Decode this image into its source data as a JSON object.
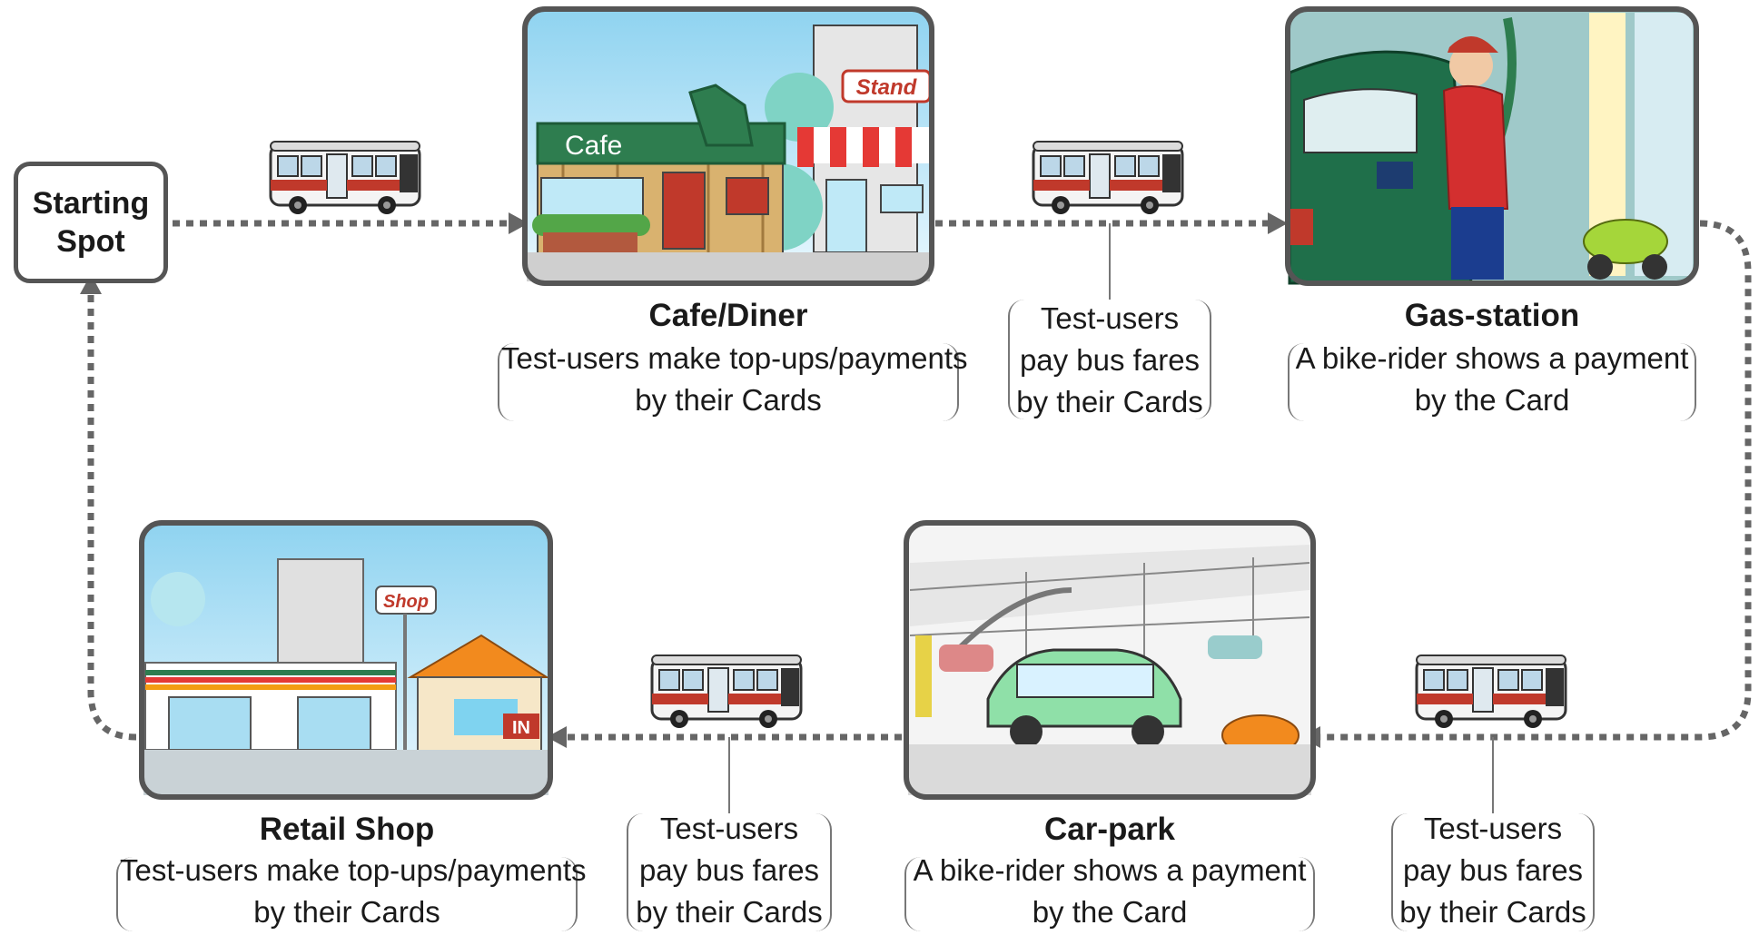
{
  "start": {
    "line1": "Starting",
    "line2": "Spot"
  },
  "stops": {
    "cafe": {
      "title": "Cafe/Diner",
      "line1": "Test-users make top-ups/payments",
      "line2": "by their Cards",
      "sign": "Cafe",
      "sign2": "Stand"
    },
    "gas": {
      "title": "Gas-station",
      "line1": "A bike-rider shows a payment",
      "line2": "by the Card"
    },
    "retail": {
      "title": "Retail Shop",
      "line1": "Test-users make top-ups/payments",
      "line2": "by their Cards",
      "sign": "Shop",
      "sign2": "IN"
    },
    "carpark": {
      "title": "Car-park",
      "line1": "A bike-rider shows a payment",
      "line2": "by the Card"
    }
  },
  "bus_notes": [
    {
      "line1": "Test-users",
      "line2": "pay bus fares",
      "line3": "by their Cards"
    },
    {
      "line1": "Test-users",
      "line2": "pay bus fares",
      "line3": "by their Cards"
    },
    {
      "line1": "Test-users",
      "line2": "pay bus fares",
      "line3": "by their Cards"
    }
  ],
  "icons": [
    "bus-icon",
    "arrow-head-icon"
  ],
  "colors": {
    "frame": "#555555",
    "route": "#666666",
    "bus_red": "#c0392b",
    "cafe_green": "#2e7d4f",
    "sky": "#bfe6f7"
  }
}
